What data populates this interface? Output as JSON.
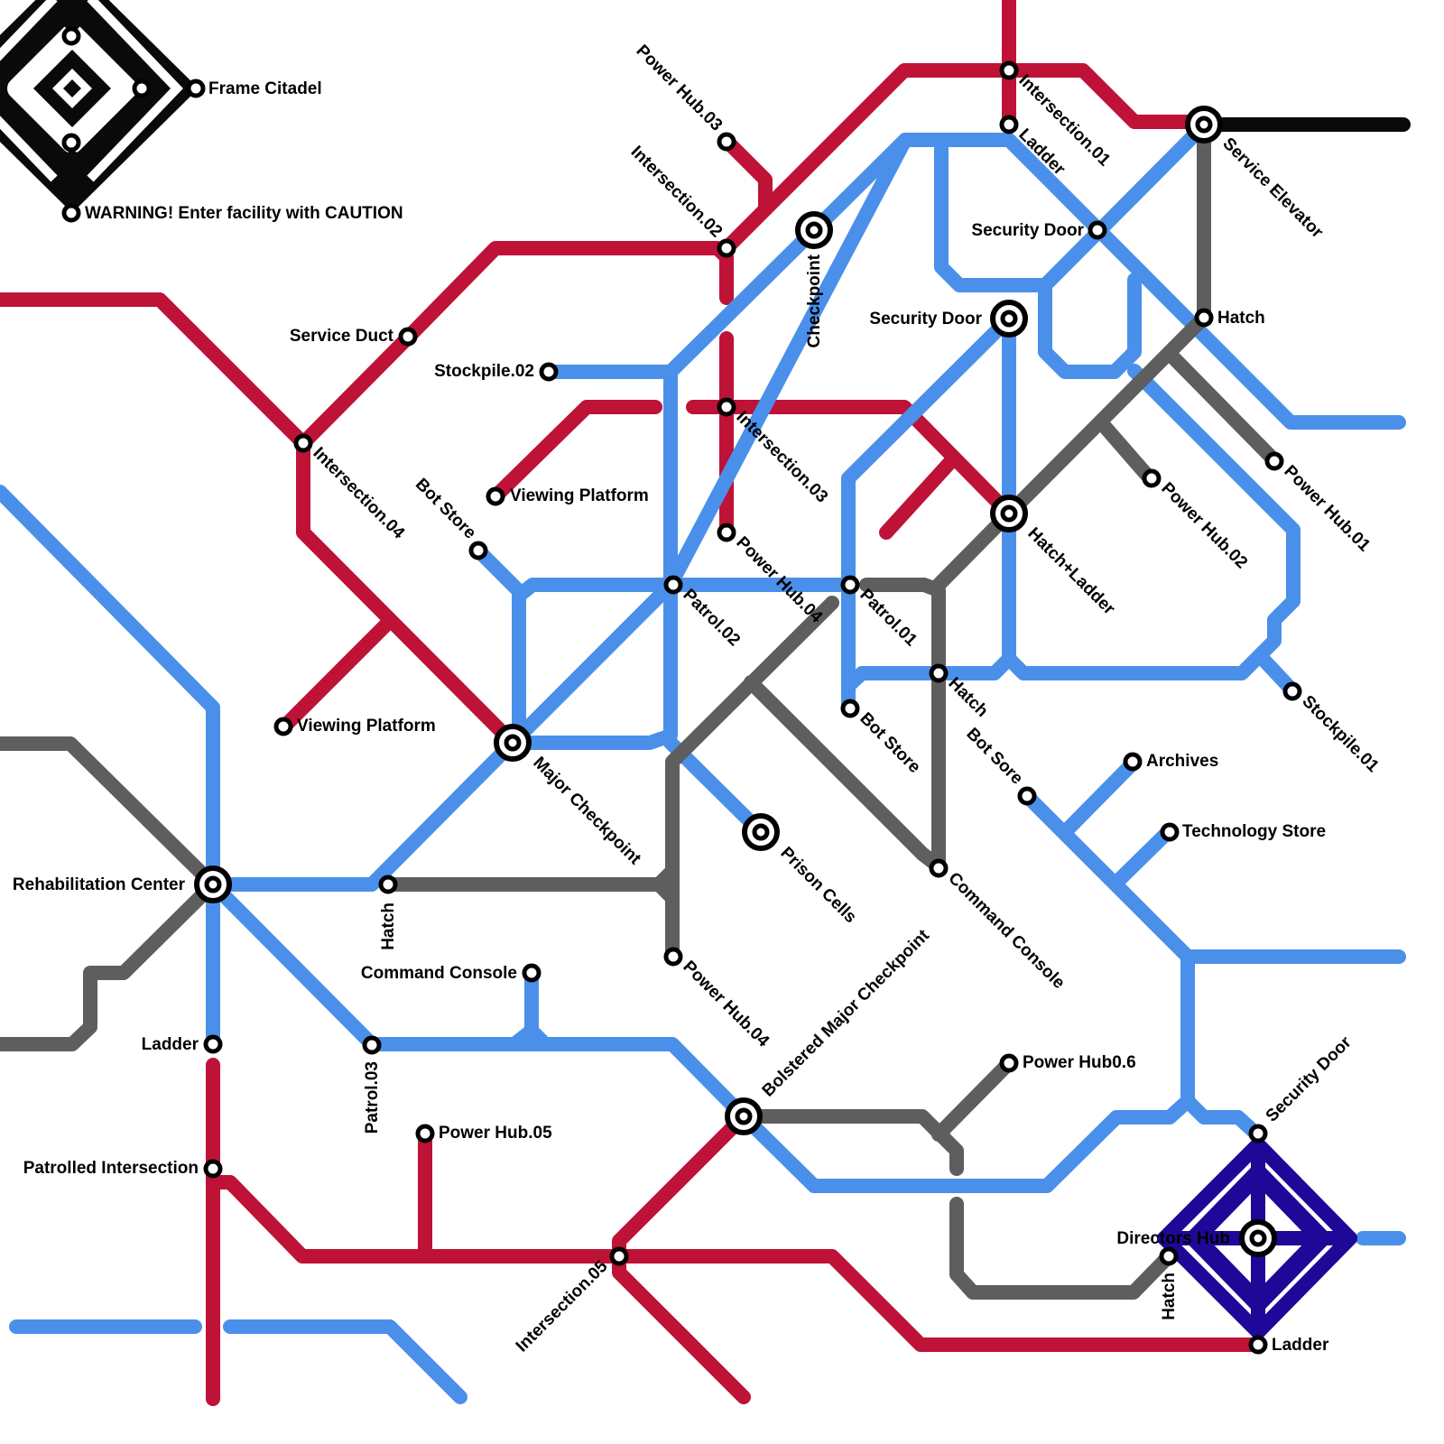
{
  "colors": {
    "red": "#BE1237",
    "blue": "#4A90EA",
    "gray": "#5E5E5E",
    "black": "#0A0A0A",
    "indigo": "#1F0897"
  },
  "labels": {
    "frame_citadel": "Frame Citadel",
    "warning": "WARNING! Enter facility with CAUTION",
    "power_hub_03": "Power Hub.03",
    "intersection_02": "Intersection.02",
    "intersection_01": "Intersection.01",
    "ladder_top": "Ladder",
    "service_elevator": "Service Elevator",
    "checkpoint": "Checkpoint",
    "security_door_1": "Security Door",
    "security_door_2": "Security Door",
    "hatch_ne": "Hatch",
    "service_duct": "Service Duct",
    "stockpile_02": "Stockpile.02",
    "intersection_03": "Intersection.03",
    "viewing_platform_1": "Viewing Platform",
    "intersection_04": "Intersection.04",
    "bot_store_1": "Bot Store",
    "hatch_ladder": "Hatch+Ladder",
    "power_hub_02": "Power Hub.02",
    "power_hub_01": "Power Hub.01",
    "patrol_02": "Patrol.02",
    "power_hub_04a": "Power Hub.04",
    "patrol_01": "Patrol.01",
    "hatch_mid": "Hatch",
    "stockpile_01": "Stockpile.01",
    "viewing_platform_2": "Viewing Platform",
    "bot_store_2": "Bot Store",
    "major_checkpoint": "Major Checkpoint",
    "bot_sore": "Bot Sore",
    "archives": "Archives",
    "technology_store": "Technology Store",
    "prison_cells": "Prison Cells",
    "rehabilitation_center": "Rehabilitation Center",
    "hatch_left": "Hatch",
    "command_console_1": "Command Console",
    "command_console_2": "Command Console",
    "power_hub_04b": "Power Hub.04",
    "bolstered": "Bolstered Major Checkpoint",
    "ladder_left": "Ladder",
    "patrol_03": "Patrol.03",
    "power_hub_06": "Power Hub0.6",
    "security_door_3": "Security Door",
    "power_hub_05": "Power Hub.05",
    "patrolled_intersection": "Patrolled Intersection",
    "directors_hub": "Directors Hub",
    "hatch_bottom": "Hatch",
    "intersection_05": "Intersection.05",
    "ladder_bottom": "Ladder"
  }
}
